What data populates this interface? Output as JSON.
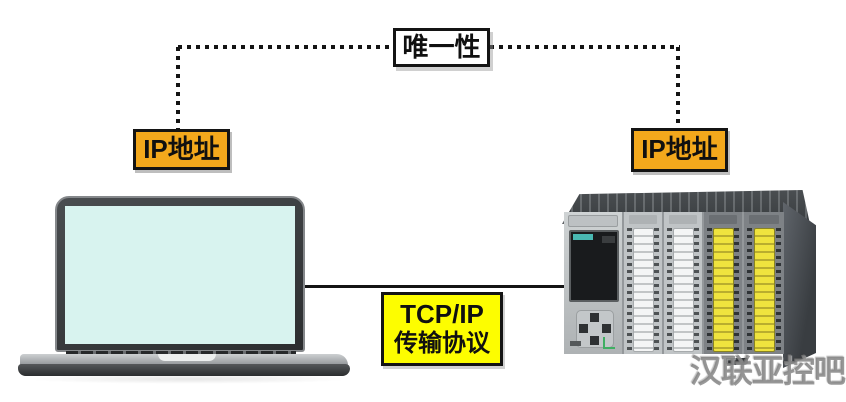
{
  "labels": {
    "uniqueness": "唯一性",
    "ip_left": "IP地址",
    "ip_right": "IP地址",
    "tcp_line1": "TCP/IP",
    "tcp_line2": "传输协议"
  },
  "watermark": {
    "text": "汉联亚控吧"
  },
  "devices": {
    "left": "laptop",
    "right": "plc-controller"
  },
  "colors": {
    "ip_box_bg": "#F3A81C",
    "tcp_box_bg": "#FDFD00",
    "box_border": "#141414",
    "connector": "#141414",
    "laptop_screen": "#D8F3EF",
    "plc_terminal_yellow": "#EFE33E"
  }
}
